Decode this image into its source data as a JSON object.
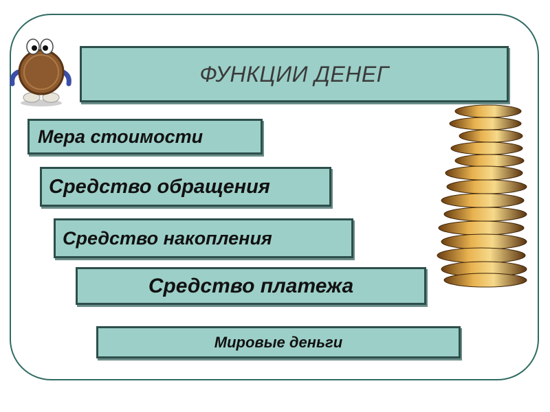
{
  "slide": {
    "title": "ФУНКЦИИ ДЕНЕГ",
    "functions": [
      "Мера стоимости",
      "Средство обращения",
      "Средство накопления",
      "Средство платежа",
      "Мировые деньги"
    ]
  },
  "colors": {
    "box_fill": "#9ccfc8",
    "box_border": "#2d4f4b",
    "frame_border": "#2f6b62",
    "coin_gold": "#d9a441"
  },
  "icons": {
    "mascot": "coin-mascot-icon",
    "coins": "coin-stack-icon"
  }
}
